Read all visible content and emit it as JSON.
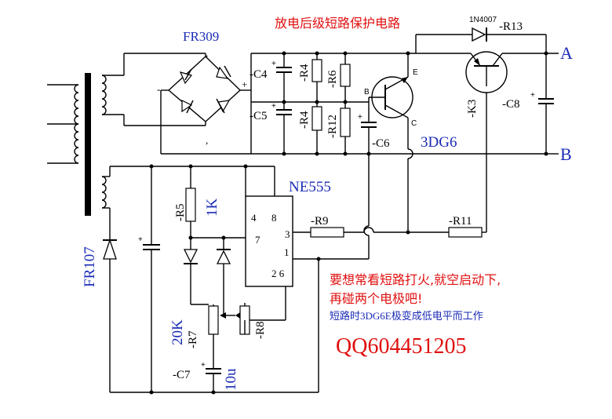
{
  "title": "放电后级短路保护电路",
  "labels": {
    "bridge": "FR309",
    "diode_top": "1N4007",
    "r13": "-R13",
    "node_a": "A",
    "node_b": "B",
    "c4": "-C4",
    "c5": "-C5",
    "r4_top": "-R4",
    "r4_bot": "-R4",
    "r6": "-R6",
    "r12": "-R12",
    "c6": "-C6",
    "k3": "-K3",
    "c8": "-C8",
    "transistor": "3DG6",
    "pin_e": "E",
    "pin_b": "B",
    "pin_c": "C",
    "ic": "NE555",
    "pin4": "4",
    "pin8": "8",
    "pin7": "7",
    "pin3": "3",
    "pin1": "1",
    "pin26": "2 6",
    "r5": "-R5",
    "r5_val": "1K",
    "r9": "-R9",
    "r11": "-R11",
    "fr107": "FR107",
    "r7_val": "20K",
    "r7": "-R7",
    "r8": "-R8",
    "c7": "-C7",
    "c7_val": "10u",
    "bridge_minus": "-",
    "bridge_plus": "+",
    "bridge_tick_top": ",",
    "bridge_tick_bot": ","
  },
  "notes": {
    "line1": "要想常看短路打火,就空启动下,",
    "line2": "再碰两个电极吧!",
    "line3": "短路时3DG6E极变成低电平而工作"
  },
  "contact": "QQ604451205",
  "colors": {
    "blue": "#1a2bb5",
    "red": "#e01010",
    "wire": "#000000"
  }
}
